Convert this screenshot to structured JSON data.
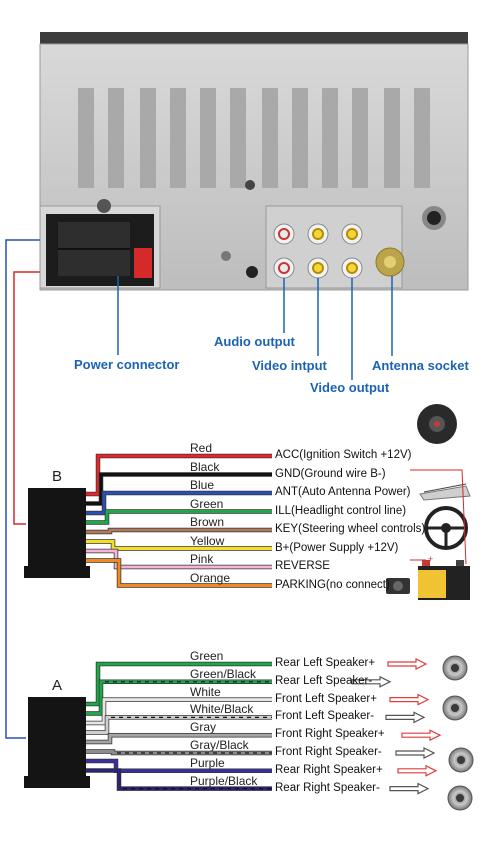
{
  "callouts": {
    "audio_output": "Audio output",
    "power_connector": "Power connector",
    "video_input": "Video intput",
    "antenna_socket": "Antenna socket",
    "video_output": "Video output"
  },
  "connector_b": {
    "letter": "B",
    "wires": [
      {
        "color_name": "Red",
        "hex": "#e8262a",
        "function": "ACC(Ignition Switch +12V)"
      },
      {
        "color_name": "Black",
        "hex": "#111111",
        "function": "GND(Ground wire B-)"
      },
      {
        "color_name": "Blue",
        "hex": "#2b4fb3",
        "function": "ANT(Auto Antenna Power)"
      },
      {
        "color_name": "Green",
        "hex": "#1fa84a",
        "function": "ILL(Headlight control line)"
      },
      {
        "color_name": "Brown",
        "hex": "#b07a5c",
        "function": "KEY(Steering wheel controls)"
      },
      {
        "color_name": "Yellow",
        "hex": "#f3e020",
        "function": "B+(Power Supply +12V)"
      },
      {
        "color_name": "Pink",
        "hex": "#f3b6d8",
        "function": "REVERSE"
      },
      {
        "color_name": "Orange",
        "hex": "#f08a1c",
        "function": "PARKING(no connect)"
      }
    ]
  },
  "connector_a": {
    "letter": "A",
    "wires": [
      {
        "color_name": "Green",
        "hex": "#1fa84a",
        "function": "Rear Left Speaker+",
        "polarity": "+"
      },
      {
        "color_name": "Green/Black",
        "hex": "#1fa84a",
        "function": "Rear Left Speaker-",
        "polarity": "-"
      },
      {
        "color_name": "White",
        "hex": "#e6e6e6",
        "function": "Front Left Speaker+",
        "polarity": "+"
      },
      {
        "color_name": "White/Black",
        "hex": "#cfcfcf",
        "function": "Front Left Speaker-",
        "polarity": "-"
      },
      {
        "color_name": "Gray",
        "hex": "#a6a6a6",
        "function": "Front Right Speaker+",
        "polarity": "+"
      },
      {
        "color_name": "Gray/Black",
        "hex": "#8c8c8c",
        "function": "Front Right Speaker-",
        "polarity": "-"
      },
      {
        "color_name": "Purple",
        "hex": "#3a2f9e",
        "function": "Rear Right Speaker+",
        "polarity": "+"
      },
      {
        "color_name": "Purple/Black",
        "hex": "#2a237a",
        "function": "Rear Right Speaker-",
        "polarity": "-"
      }
    ]
  },
  "battery": {
    "plus": "+",
    "minus": "-"
  },
  "colors": {
    "callout_blue": "#1b63b4",
    "panel_silver": "#c9c9c9",
    "connector_black": "#141414",
    "plus_arrow": "#e23b3b",
    "minus_arrow": "#555555"
  }
}
